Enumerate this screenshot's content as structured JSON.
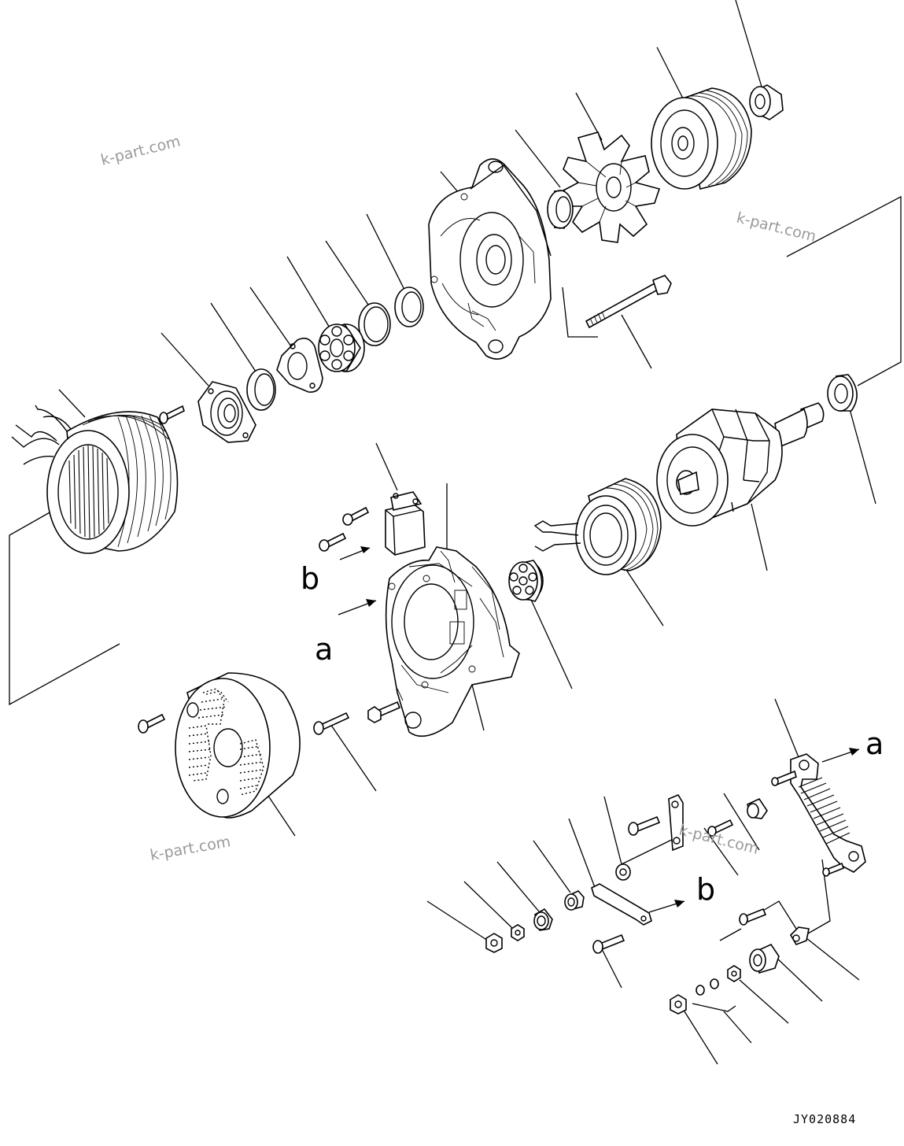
{
  "reference_labels": {
    "a_left": "a",
    "a_right": "a",
    "b_left": "b",
    "b_right": "b"
  },
  "watermark": {
    "text": "k-part.com"
  },
  "drawing_code": "JY020884",
  "colors": {
    "line": "#000000",
    "background": "#ffffff",
    "watermark": "#9a9a9a"
  }
}
